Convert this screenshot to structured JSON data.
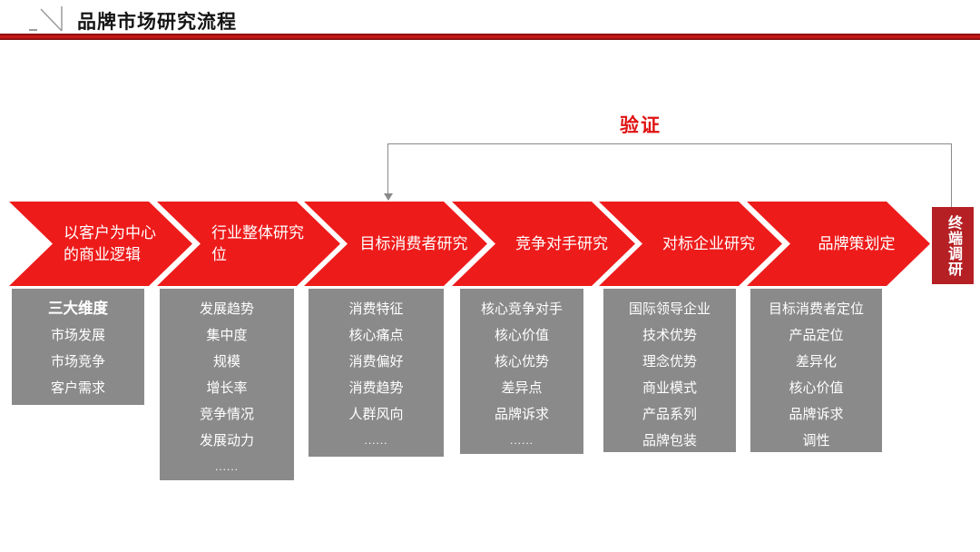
{
  "header": {
    "title": "品牌市场研究流程"
  },
  "connector": {
    "label": "验证"
  },
  "terminal": {
    "label": "终端调研"
  },
  "colors": {
    "chevron_red": "#ee1b1b",
    "terminal_red": "#b52025",
    "rule_red": "#b41414",
    "validation_label_red": "#e01212",
    "box_gray": "#8a8a8a",
    "connector_gray": "#8a8a8a"
  },
  "stages": [
    {
      "chevron_lines": [
        "以客户为中心",
        "的商业逻辑"
      ],
      "box_title": "三大维度",
      "box_items": [
        "市场发展",
        "市场竞争",
        "客户需求"
      ]
    },
    {
      "chevron_lines": [
        "行业整体研究",
        "位"
      ],
      "box_items": [
        "发展趋势",
        "集中度",
        "规模",
        "增长率",
        "竞争情况",
        "发展动力",
        "......"
      ]
    },
    {
      "chevron_lines": [
        "目标消费者研究"
      ],
      "box_items": [
        "消费特征",
        "核心痛点",
        "消费偏好",
        "消费趋势",
        "人群风向",
        "......"
      ]
    },
    {
      "chevron_lines": [
        "竞争对手研究"
      ],
      "box_items": [
        "核心竞争对手",
        "核心价值",
        "核心优势",
        "差异点",
        "品牌诉求",
        "......"
      ]
    },
    {
      "chevron_lines": [
        "对标企业研究"
      ],
      "box_items": [
        "国际领导企业",
        "技术优势",
        "理念优势",
        "商业模式",
        "产品系列",
        "品牌包装"
      ]
    },
    {
      "chevron_lines": [
        "品牌策划定"
      ],
      "box_items": [
        "目标消费者定位",
        "产品定位",
        "差异化",
        "核心价值",
        "品牌诉求",
        "调性"
      ]
    }
  ]
}
